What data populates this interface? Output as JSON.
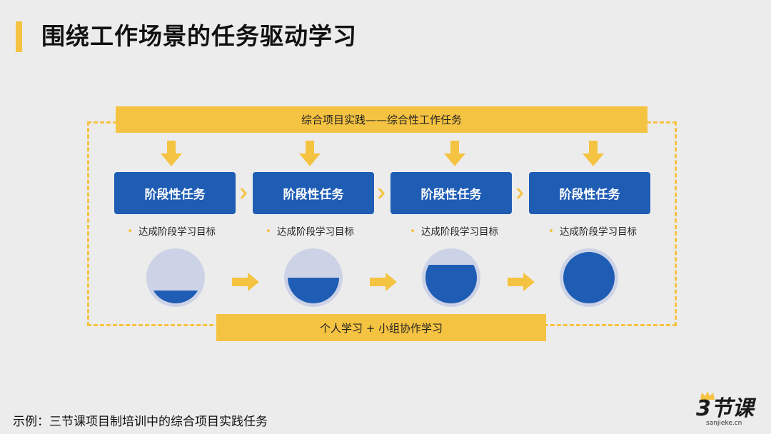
{
  "title": "围绕工作场景的任务驱动学习",
  "top_banner": "综合项目实践——综合性工作任务",
  "stages": [
    {
      "task_label": "阶段性任务",
      "goal_label": "达成阶段学习目标",
      "progress": 0.25
    },
    {
      "task_label": "阶段性任务",
      "goal_label": "达成阶段学习目标",
      "progress": 0.5
    },
    {
      "task_label": "阶段性任务",
      "goal_label": "达成阶段学习目标",
      "progress": 0.75
    },
    {
      "task_label": "阶段性任务",
      "goal_label": "达成阶段学习目标",
      "progress": 1.0
    }
  ],
  "bottom_banner": "个人学习 + 小组协作学习",
  "footnote": "示例：三节课项目制培训中的综合项目实践任务",
  "logo": {
    "text": "3节课",
    "url": "sanjieke.cn"
  },
  "colors": {
    "accent_yellow": "#f5c342",
    "task_blue": "#1f5db5",
    "circle_bg": "#cdd3e6",
    "background": "#ececec"
  },
  "icons": [
    "down-arrow-icon",
    "chevron-right-icon",
    "right-arrow-icon",
    "crown-icon"
  ]
}
